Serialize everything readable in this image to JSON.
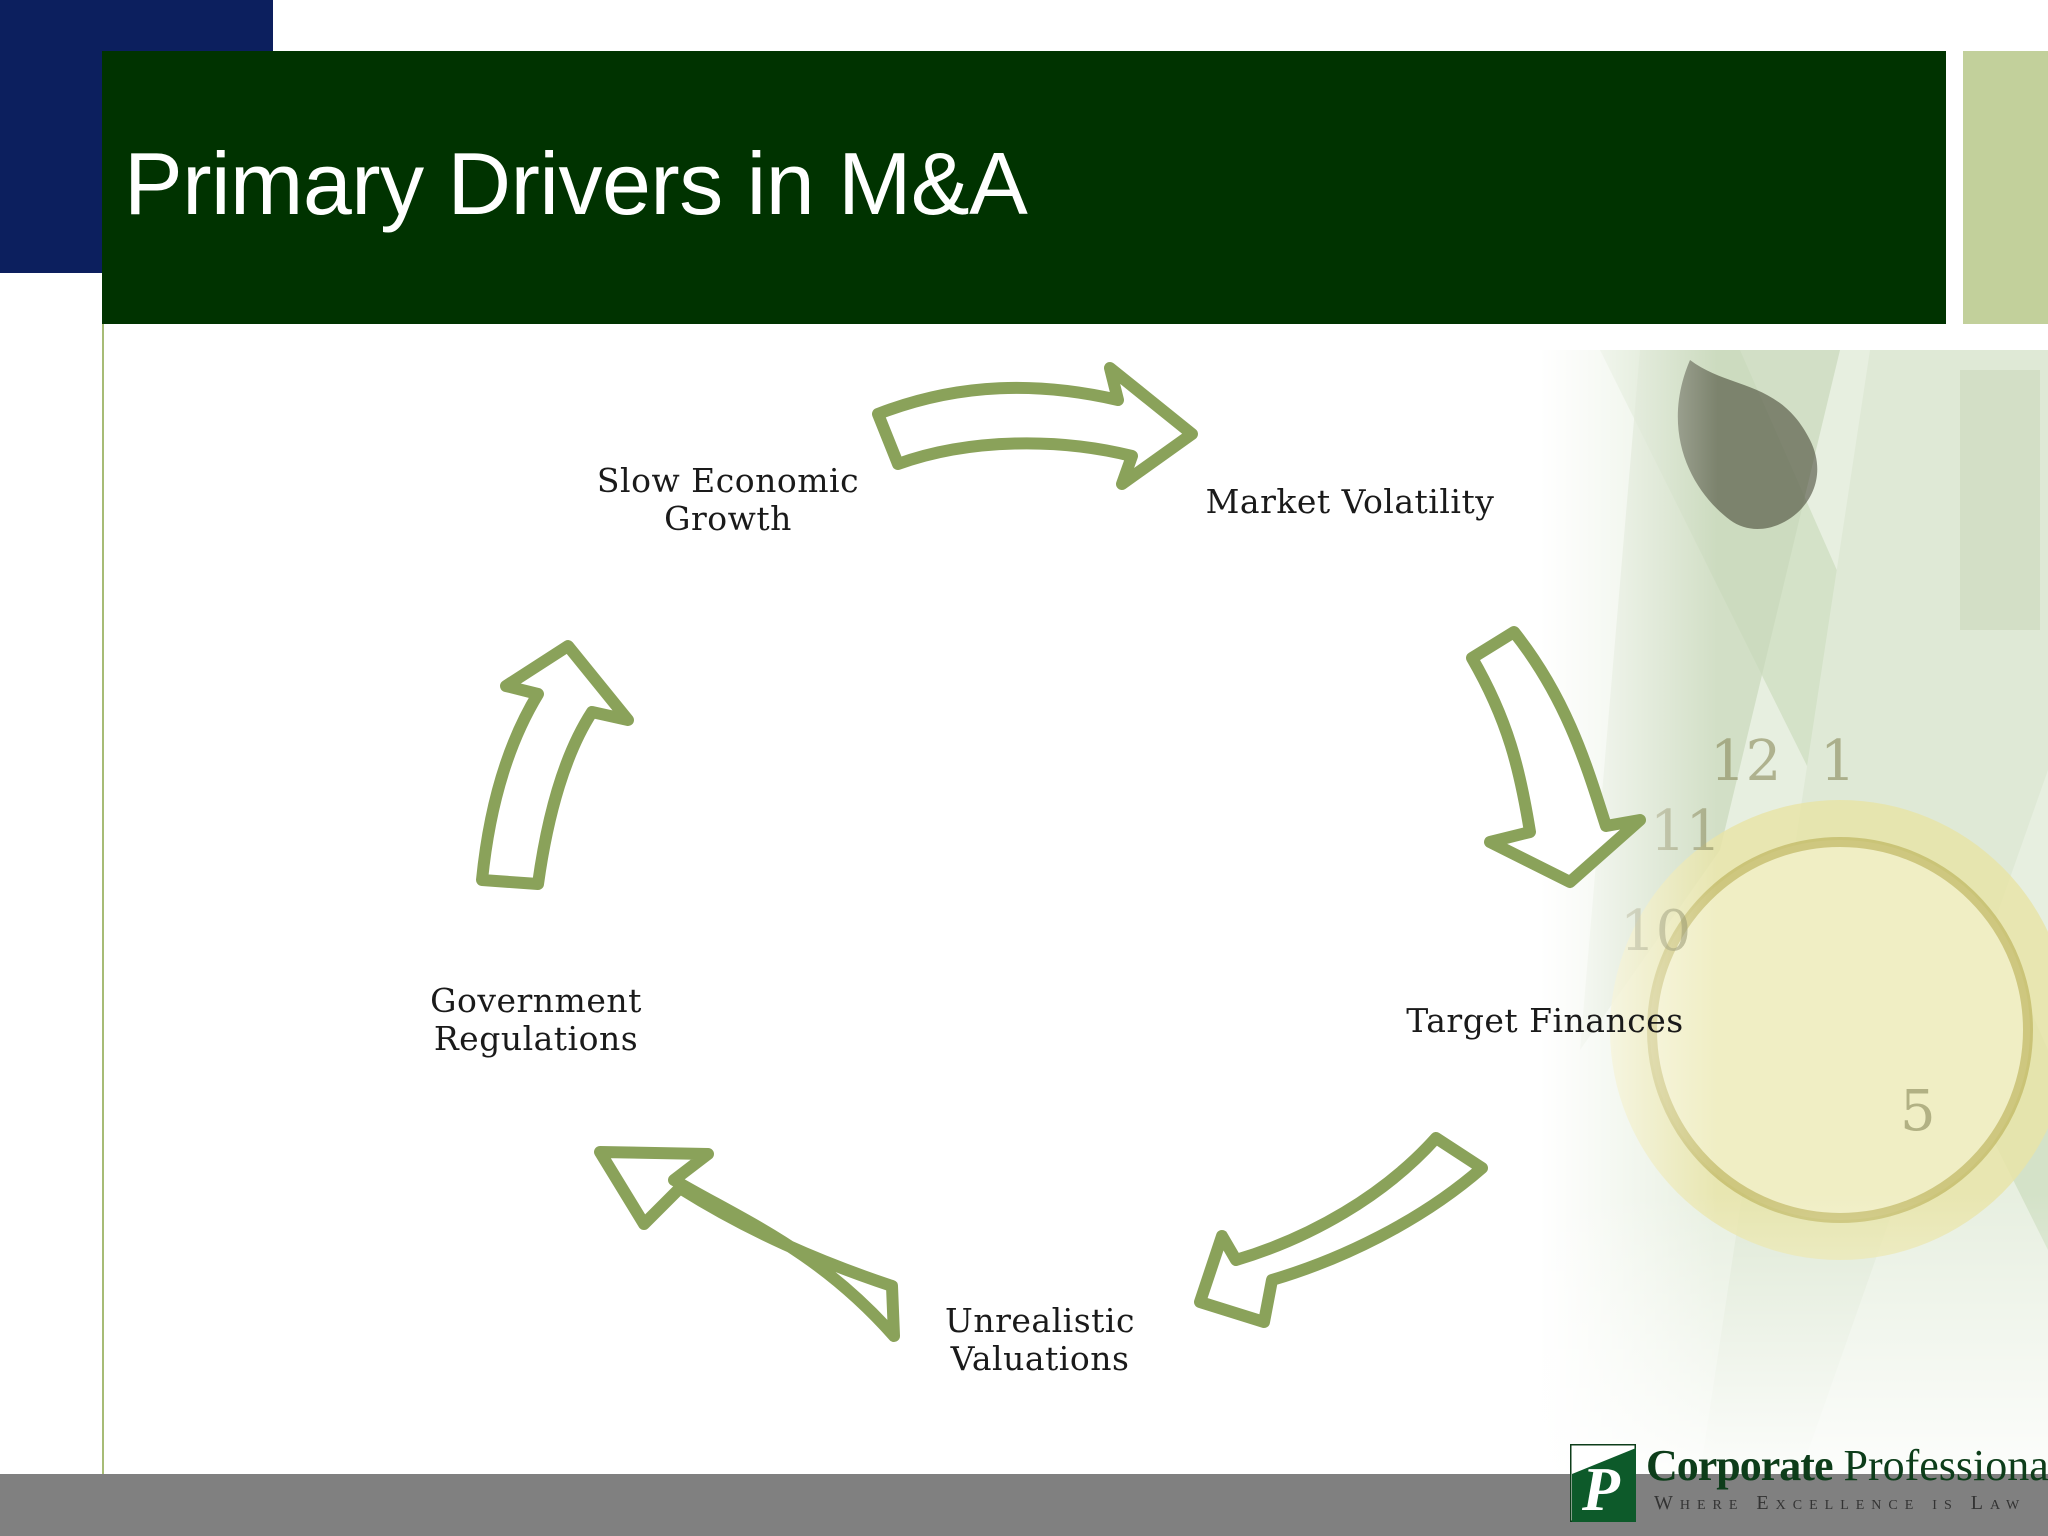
{
  "slide": {
    "title": "Primary Drivers in M&A"
  },
  "cycle": {
    "nodes": [
      {
        "id": "slow-growth",
        "lines": [
          "Slow Economic",
          "Growth"
        ]
      },
      {
        "id": "market-volatility",
        "lines": [
          "Market Volatility"
        ]
      },
      {
        "id": "target-finances",
        "lines": [
          "Target Finances"
        ]
      },
      {
        "id": "unrealistic-valuations",
        "lines": [
          "Unrealistic",
          "Valuations"
        ]
      },
      {
        "id": "government-regulations",
        "lines": [
          "Government",
          "Regulations"
        ]
      }
    ],
    "arrow_count": 5,
    "arrow_direction": "clockwise",
    "arrow_outline_color": "#8aa25a",
    "arrow_fill_color": "#ffffff"
  },
  "logo": {
    "mark_letter": "P",
    "name_bold": "Corporate",
    "name_regular": "Professionals",
    "tagline": "Where Excellence is Law"
  },
  "colors": {
    "title_bar": "#003300",
    "navy_block": "#0c1f5e",
    "accent": "#c2d09b",
    "footer": "#808080"
  }
}
